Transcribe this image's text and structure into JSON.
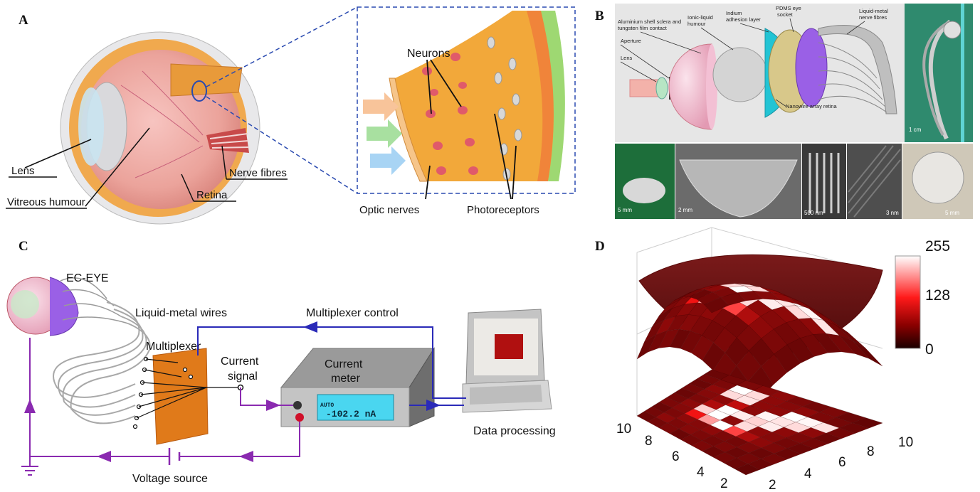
{
  "panel_labels": {
    "a": "A",
    "b": "B",
    "c": "C",
    "d": "D"
  },
  "panel_a": {
    "lens": "Lens",
    "vitreous": "Vitreous humour",
    "retina": "Retina",
    "nerve_fibres": "Nerve fibres",
    "neurons": "Neurons",
    "optic_nerves": "Optic nerves",
    "photoreceptors": "Photoreceptors"
  },
  "panel_b": {
    "shell": "Aluminium shell sclera and",
    "shell2": "tungsten film contact",
    "ionic": "Ionic-liquid",
    "ionic2": "humour",
    "indium": "Indium",
    "indium2": "adhesion layer",
    "pdms": "PDMS eye",
    "pdms2": "socket",
    "liquid_metal": "Liquid-metal",
    "liquid_metal2": "nerve fibres",
    "aperture": "Aperture",
    "lens": "Lens",
    "nanowire": "Nanowire array retina",
    "scale_photo": "1 cm",
    "scale_1": "5 mm",
    "scale_2": "2 mm",
    "scale_3": "500 nm",
    "scale_4": "3 nm",
    "scale_5": "5 mm"
  },
  "panel_c": {
    "ec_eye": "EC-EYE",
    "wires": "Liquid-metal wires",
    "mux_control": "Multiplexer control",
    "multiplexer": "Multiplexer",
    "current_signal_1": "Current",
    "current_signal_2": "signal",
    "meter_1": "Current",
    "meter_2": "meter",
    "lcd_mode": "AUTO",
    "lcd_value": "-102.2 nA",
    "data_processing": "Data processing",
    "voltage": "Voltage source"
  },
  "chart_data": {
    "type": "heatmap",
    "title": "",
    "x_ticks": [
      "2",
      "4",
      "6",
      "8",
      "10"
    ],
    "y_ticks": [
      "2",
      "4",
      "6",
      "8",
      "10"
    ],
    "colorbar": {
      "ticks": [
        "255",
        "128",
        "0"
      ],
      "min": 0,
      "max": 255
    },
    "grid_size": 10,
    "surfaces": [
      "curved",
      "flat"
    ],
    "values": [
      [
        40,
        45,
        50,
        40,
        45,
        50,
        40,
        45,
        40,
        35
      ],
      [
        45,
        60,
        50,
        55,
        50,
        45,
        50,
        40,
        45,
        40
      ],
      [
        40,
        50,
        60,
        55,
        60,
        50,
        45,
        50,
        40,
        45
      ],
      [
        50,
        55,
        120,
        200,
        255,
        150,
        80,
        60,
        50,
        40
      ],
      [
        45,
        60,
        230,
        255,
        60,
        235,
        60,
        55,
        45,
        40
      ],
      [
        40,
        50,
        80,
        255,
        245,
        230,
        245,
        60,
        50,
        45
      ],
      [
        45,
        55,
        60,
        90,
        60,
        250,
        240,
        235,
        60,
        40
      ],
      [
        40,
        60,
        235,
        240,
        60,
        60,
        255,
        250,
        240,
        45
      ],
      [
        45,
        50,
        255,
        235,
        60,
        55,
        60,
        50,
        45,
        40
      ],
      [
        40,
        45,
        50,
        55,
        60,
        50,
        45,
        50,
        40,
        35
      ]
    ]
  }
}
